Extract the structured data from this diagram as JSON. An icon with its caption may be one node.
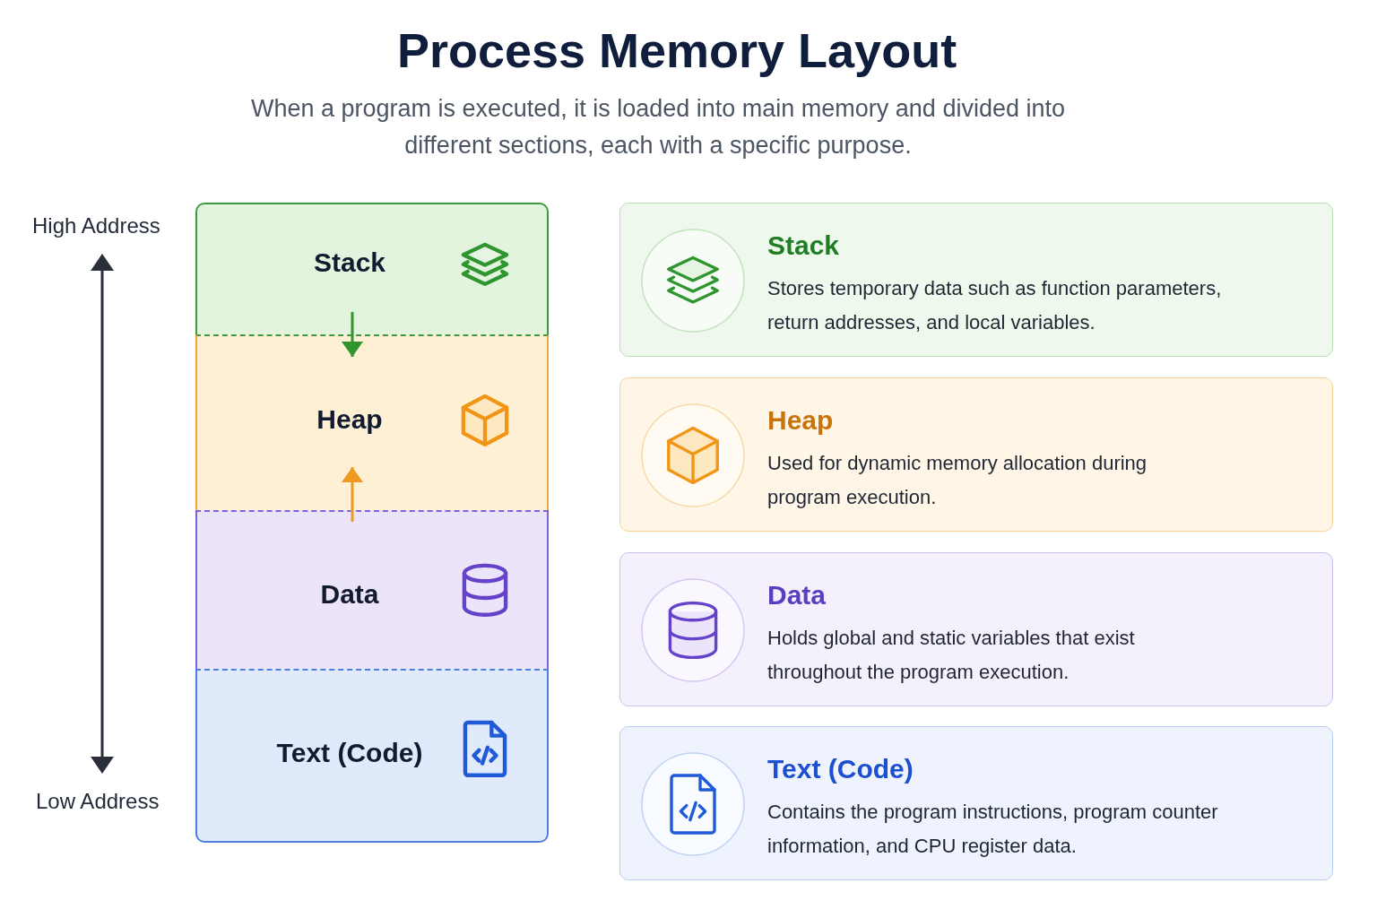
{
  "diagram": {
    "title": "Process Memory Layout",
    "nodes": [
      {
        "text": [
          "Stack"
        ]
      },
      {
        "text": [
          "Heap"
        ]
      },
      {
        "text": [
          "Data"
        ]
      },
      {
        "text": [
          "Text (Code)"
        ]
      },
      {
        "text": [
          "Stack",
          "Stores temporary data such as function parameters, return addresses, and local variables."
        ]
      },
      {
        "text": [
          "Heap",
          "Used for dynamic memory allocation during program execution."
        ]
      },
      {
        "text": [
          "Data",
          "Holds global and static variables that exist throughout the program execution."
        ]
      },
      {
        "text": [
          "Text (Code)",
          "Contains the program instructions, program counter information, and CPU register data."
        ]
      }
    ],
    "edges": [
      {
        "from": 0,
        "to": 1,
        "arrow": "to",
        "color": "#2f962f"
      },
      {
        "from": 2,
        "to": 1,
        "arrow": "to",
        "color": "#ee9a22"
      }
    ],
    "labels": [
      "When a program is executed, it is loaded into main memory and divided into different sections, each with a specific purpose.",
      "High Address",
      "Low Address"
    ]
  }
}
